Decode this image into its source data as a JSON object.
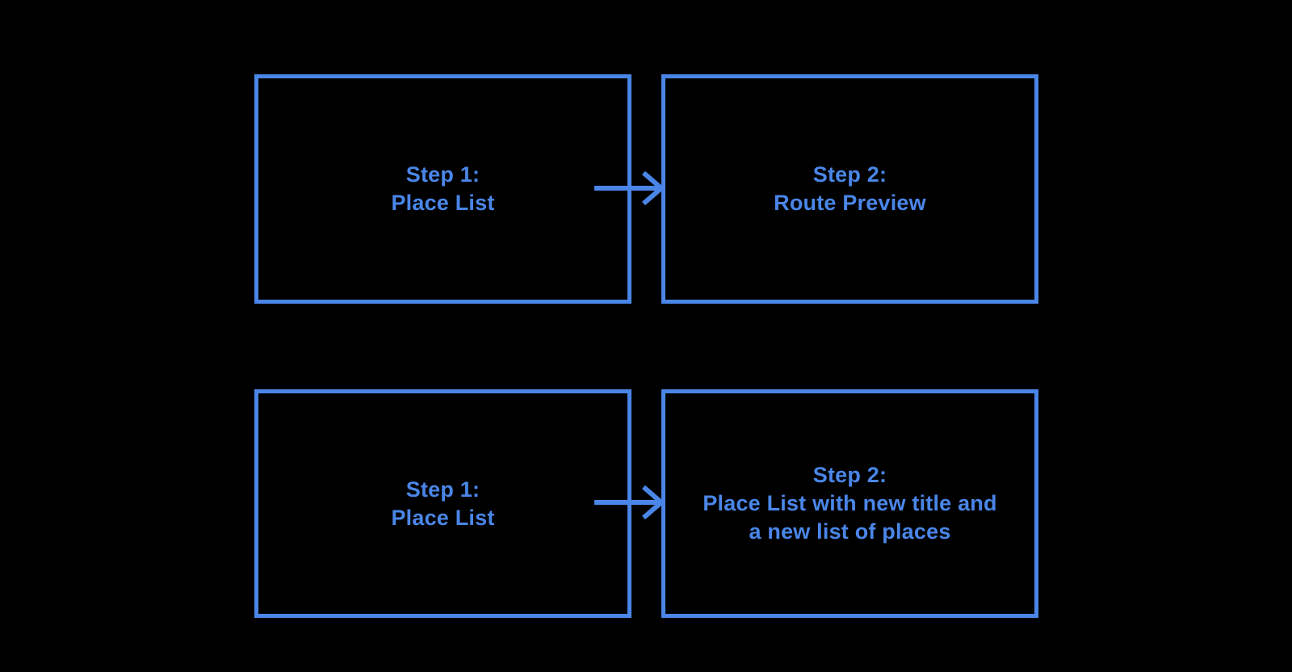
{
  "diagram": {
    "background_color": "#000000",
    "accent_color": "#4A86E8",
    "boxes": [
      {
        "id": 1,
        "text": "Step 1:\nPlace List"
      },
      {
        "id": 2,
        "text": "Step 2:\nRoute Preview"
      },
      {
        "id": 3,
        "text": "Step 1:\nPlace List"
      },
      {
        "id": 4,
        "text": "Step 2:\nPlace List with new title and\na new list of places"
      }
    ],
    "connectors": [
      {
        "from": 1,
        "to": 2,
        "type": "right-arrow"
      },
      {
        "from": 3,
        "to": 4,
        "type": "right-arrow"
      }
    ]
  }
}
